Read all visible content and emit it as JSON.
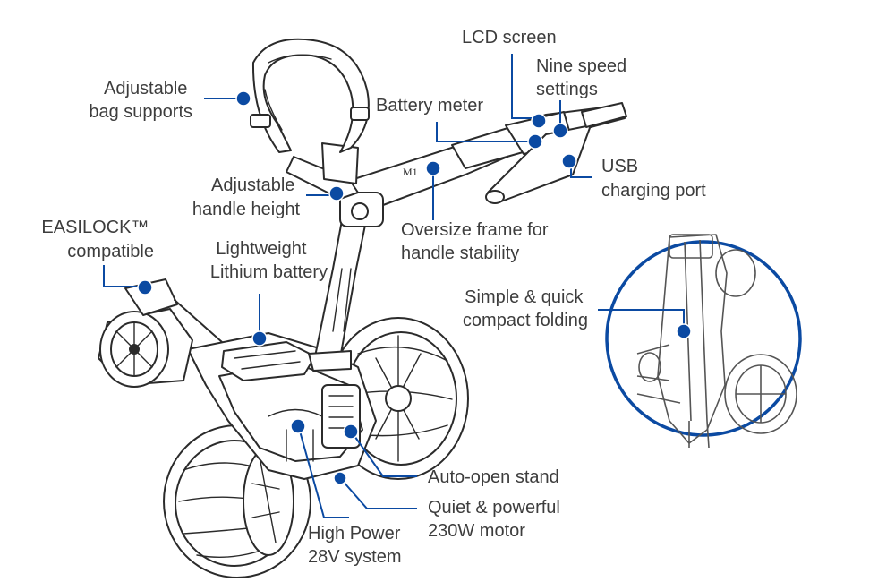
{
  "diagram": {
    "callouts": [
      {
        "id": "bag-supports",
        "lines": [
          "Adjustable",
          "bag supports"
        ]
      },
      {
        "id": "lcd-screen",
        "lines": [
          "LCD screen"
        ]
      },
      {
        "id": "speed-settings",
        "lines": [
          "Nine speed",
          "settings"
        ]
      },
      {
        "id": "battery-meter",
        "lines": [
          "Battery meter"
        ]
      },
      {
        "id": "usb-port",
        "lines": [
          "USB",
          "charging port"
        ]
      },
      {
        "id": "handle-height",
        "lines": [
          "Adjustable",
          "handle height"
        ]
      },
      {
        "id": "oversize-frame",
        "lines": [
          "Oversize frame for",
          "handle stability"
        ]
      },
      {
        "id": "easilock",
        "lines": [
          "EASILOCK™",
          "compatible"
        ]
      },
      {
        "id": "lithium-battery",
        "lines": [
          "Lightweight",
          "Lithium battery"
        ]
      },
      {
        "id": "compact-folding",
        "lines": [
          "Simple & quick",
          "compact folding"
        ]
      },
      {
        "id": "auto-open-stand",
        "lines": [
          "Auto-open stand"
        ]
      },
      {
        "id": "motor",
        "lines": [
          "Quiet & powerful",
          "230W motor"
        ]
      },
      {
        "id": "power-system",
        "lines": [
          "High Power",
          "28V system"
        ]
      }
    ],
    "handle_marking": "M1",
    "colors": {
      "accent": "#0b4aa2",
      "ink": "#2b2b2b",
      "text": "#3d3d3d",
      "background": "#ffffff"
    }
  }
}
